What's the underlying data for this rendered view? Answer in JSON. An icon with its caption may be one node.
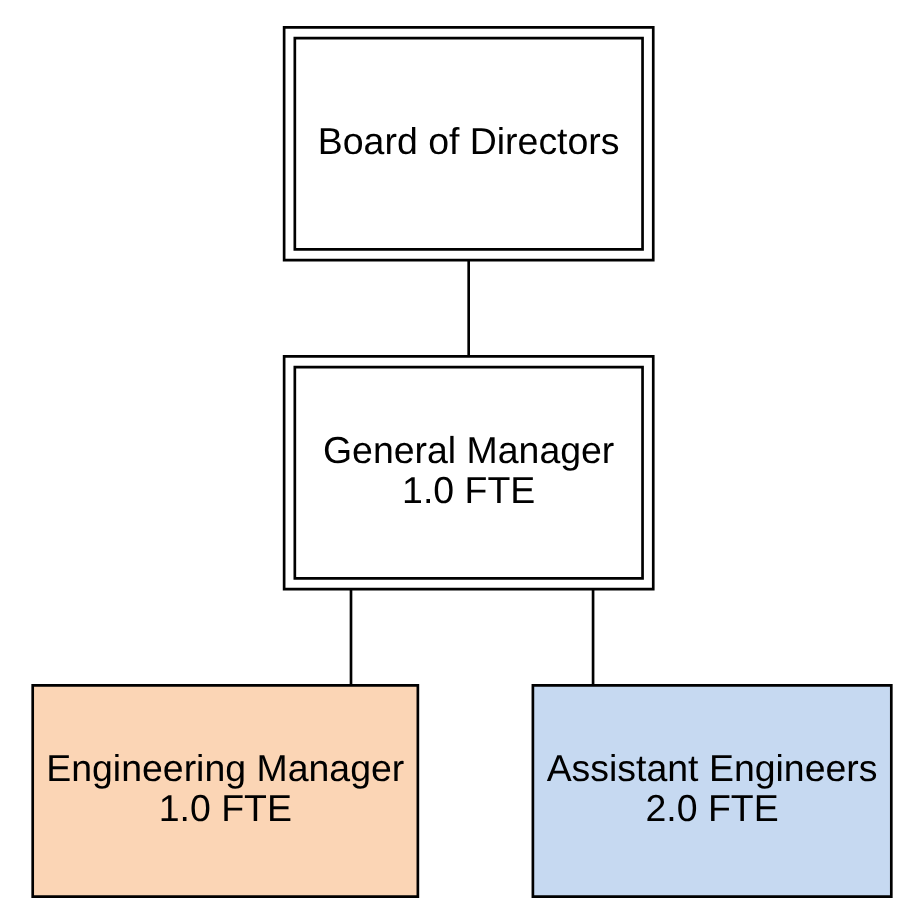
{
  "diagram": {
    "nodes": [
      {
        "text": [
          "Board of Directors"
        ]
      },
      {
        "text": [
          "General Manager",
          "1.0 FTE"
        ]
      },
      {
        "text": [
          "Engineering Manager",
          "1.0 FTE"
        ]
      },
      {
        "text": [
          "Assistant Engineers",
          "2.0 FTE"
        ]
      }
    ],
    "edges": [
      {
        "from": 0,
        "to": 1,
        "arrow": "none"
      },
      {
        "from": 1,
        "to": 2,
        "arrow": "none"
      },
      {
        "from": 1,
        "to": 3,
        "arrow": "none"
      }
    ]
  }
}
